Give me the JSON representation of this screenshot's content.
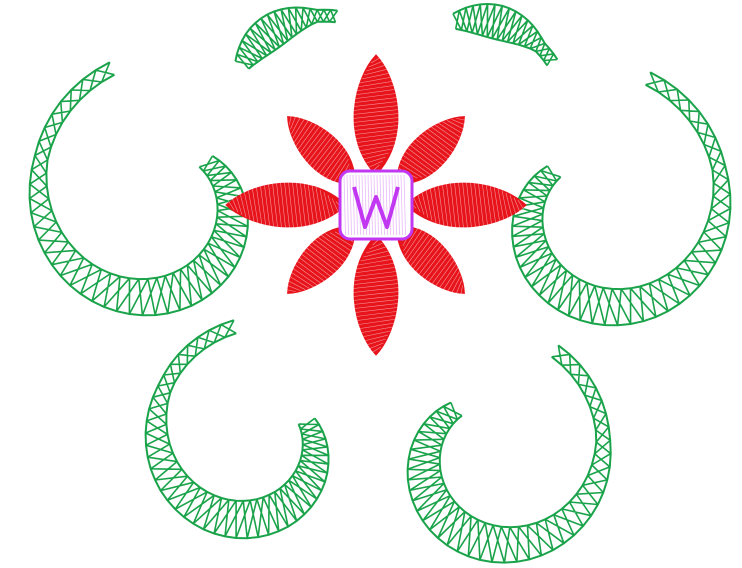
{
  "image": {
    "description_hidden": true,
    "colors": {
      "background": "#ffffff",
      "vine": "#1aa34a",
      "petal": "#e8141c",
      "center": "#c238f2"
    },
    "motif": {
      "vines": [
        "top-left-sprig",
        "top-right-sprig",
        "left-curl",
        "right-curl",
        "bottom-left-curl",
        "bottom-right-curl"
      ],
      "flower_petals": 8,
      "flower_center_letter": "W"
    }
  }
}
